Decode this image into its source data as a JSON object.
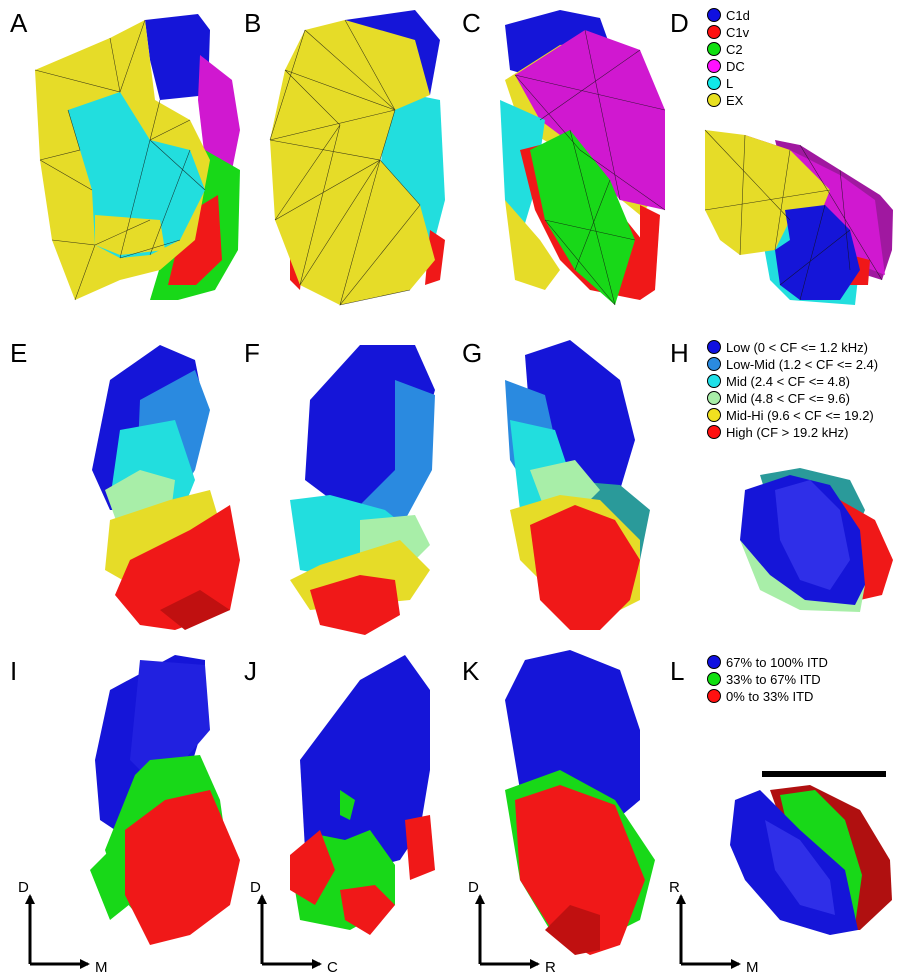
{
  "panel_labels": [
    "A",
    "B",
    "C",
    "D",
    "E",
    "F",
    "G",
    "H",
    "I",
    "J",
    "K",
    "L"
  ],
  "legend_region": {
    "items": [
      {
        "label": "C1d",
        "color": "#1010e0"
      },
      {
        "label": "C1v",
        "color": "#ff1010"
      },
      {
        "label": "C2",
        "color": "#10e010"
      },
      {
        "label": "DC",
        "color": "#ff10ff"
      },
      {
        "label": "L",
        "color": "#10e8e8"
      },
      {
        "label": "EX",
        "color": "#e8e020"
      }
    ]
  },
  "legend_cf": {
    "items": [
      {
        "label": "Low (0 < CF <= 1.2 kHz)",
        "color": "#1010e0"
      },
      {
        "label": "Low-Mid (1.2 < CF <= 2.4)",
        "color": "#2a8ae0"
      },
      {
        "label": "Mid (2.4 < CF <= 4.8)",
        "color": "#20e0e8"
      },
      {
        "label": "Mid (4.8 < CF <= 9.6)",
        "color": "#a8eea8"
      },
      {
        "label": "Mid-Hi (9.6 < CF <= 19.2)",
        "color": "#f0e020"
      },
      {
        "label": "High (CF > 19.2 kHz)",
        "color": "#ff1010"
      }
    ]
  },
  "legend_itd": {
    "items": [
      {
        "label": "67% to 100% ITD",
        "color": "#1010e0"
      },
      {
        "label": "33% to 67% ITD",
        "color": "#10e010"
      },
      {
        "label": "0% to 33% ITD",
        "color": "#ff1010"
      }
    ]
  },
  "axes": [
    {
      "vertical": "D",
      "horizontal": "M"
    },
    {
      "vertical": "D",
      "horizontal": "C"
    },
    {
      "vertical": "D",
      "horizontal": "R"
    },
    {
      "vertical": "R",
      "horizontal": "M"
    }
  ]
}
